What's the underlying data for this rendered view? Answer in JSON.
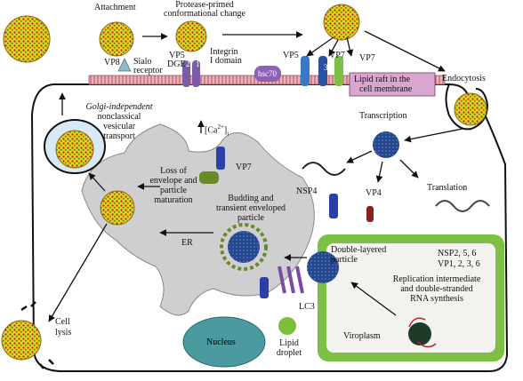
{
  "labels": {
    "attachment": "Attachment",
    "protease_1": "Protease-primed",
    "protease_2": "conformational change",
    "vp8": "VP8",
    "sialo_1": "Sialo",
    "sialo_2": "receptor",
    "vp5_left": "VP5",
    "dge": "DGE",
    "integrin_1": "Integrin",
    "integrin_2": "I domain",
    "hsc70": "hsc70",
    "vp5_mid": "VP5",
    "vp7_top_1": "VP7",
    "vp7_top_2": "VP7",
    "lipid_raft_1": "Lipid raft in the",
    "lipid_raft_2": "cell membrane",
    "endocytosis": "Endocytosis",
    "transcription": "Transcription",
    "golgi_1": "Golgi-independent",
    "golgi_2": "nonclassical",
    "golgi_3": "vesicular",
    "golgi_4": "transport",
    "calcium_prefix": "[Ca",
    "calcium_sup": "2+",
    "calcium_suffix": "]",
    "calcium_sub": "i",
    "vp7_er": "VP7",
    "vp4": "VP4",
    "translation": "Translation",
    "loss_1": "Loss of",
    "loss_2": "envelope and",
    "loss_3": "particle",
    "loss_4": "maturation",
    "budding_1": "Budding and",
    "budding_2": "transient enveloped",
    "budding_3": "particle",
    "nsp4": "NSP4",
    "er": "ER",
    "double_1": "Double-layered",
    "double_2": "particle",
    "nsp_1": "NSP2, 5, 6",
    "nsp_2": "VP1, 2, 3, 6",
    "replication_1": "Replication intermediate",
    "replication_2": "and double-stranded",
    "replication_3": "RNA synthesis",
    "lc3": "LC3",
    "cell_1": "Cell",
    "cell_2": "lysis",
    "lipid_1": "Lipid",
    "lipid_2": "droplet",
    "nucleus": "Nucleus",
    "viroplasm": "Viroplasm",
    "num_2": "2",
    "num_1": "1",
    "num_3": "3"
  },
  "colors": {
    "virus_yellow": "#e8d21a",
    "virus_red": "#b51e1e",
    "virus_green": "#3d8a2a",
    "membrane": "#c06070",
    "er": "#cfcfd2",
    "nucleus": "#4a9aa0",
    "viroplasm_outer": "#7cc143",
    "viroplasm_inner": "#f2f2ef",
    "lipid_droplet": "#7cbf3a",
    "raft_box": "#d8a6cf",
    "core_blue": "#28468a",
    "golgi_vesicle": "#d8e8f5"
  }
}
